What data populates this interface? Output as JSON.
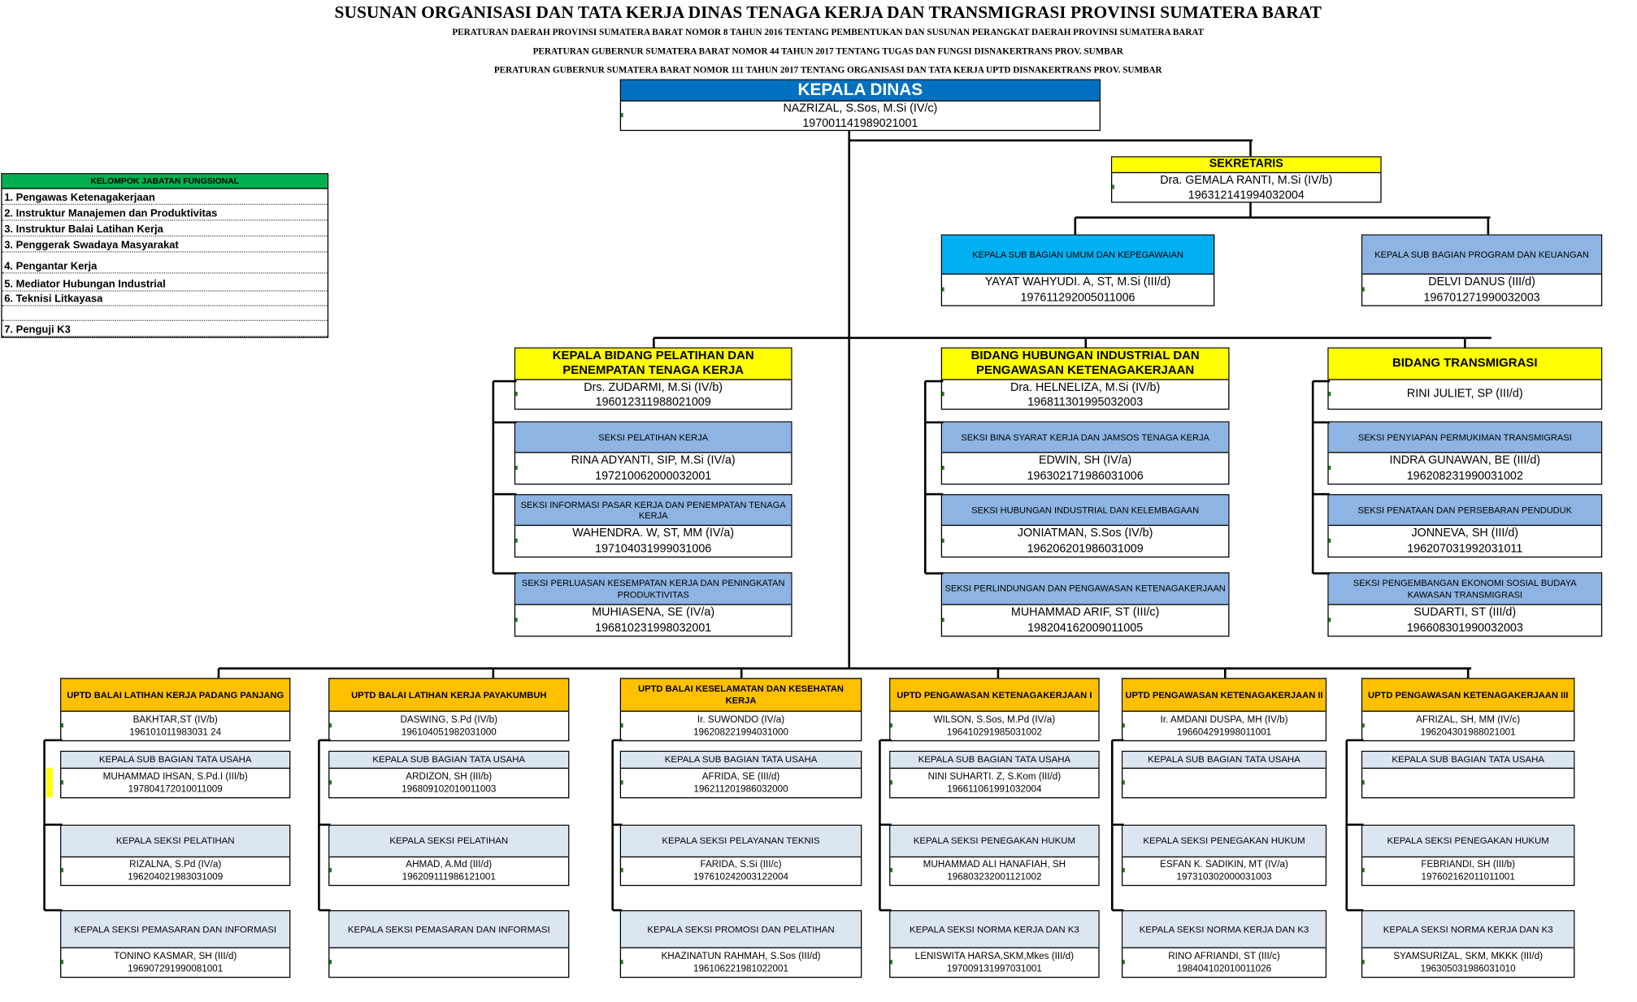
{
  "header": {
    "title": "SUSUNAN ORGANISASI DAN TATA KERJA DINAS TENAGA KERJA DAN TRANSMIGRASI PROVINSI SUMATERA BARAT",
    "regulations": [
      "PERATURAN DAERAH PROVINSI SUMATERA BARAT NOMOR 8 TAHUN 2016 TENTANG PEMBENTUKAN DAN SUSUNAN PERANGKAT DAERAH PROVINSI SUMATERA BARAT",
      "PERATURAN GUBERNUR SUMATERA BARAT NOMOR 44 TAHUN 2017 TENTANG TUGAS DAN FUNGSI DISNAKERTRANS PROV. SUMBAR",
      "PERATURAN GUBERNUR SUMATERA BARAT NOMOR 111 TAHUN 2017 TENTANG ORGANISASI DAN TATA KERJA UPTD DISNAKERTRANS PROV. SUMBAR"
    ]
  },
  "colors": {
    "kepala": "#0070C0",
    "yellow": "#FFFF00",
    "umum": "#00B0F0",
    "seksi": "#8DB4E2",
    "uptd": "#FFC000",
    "uptdsub": "#DCE6F1",
    "fungsional": "#00B050"
  },
  "kepala_dinas": {
    "title": "KEPALA DINAS",
    "name": "NAZRIZAL, S.Sos, M.Si (IV/c)",
    "nip": "197001141989021001"
  },
  "sekretaris": {
    "title": "SEKRETARIS",
    "name": "Dra. GEMALA RANTI, M.Si (IV/b)",
    "nip": "196312141994032004"
  },
  "subbagian": [
    {
      "title": "KEPALA SUB BAGIAN UMUM DAN KEPEGAWAIAN",
      "name": "YAYAT WAHYUDI. A, ST, M.Si (III/d)",
      "nip": "197611292005011006"
    },
    {
      "title": "KEPALA SUB BAGIAN PROGRAM DAN KEUANGAN",
      "name": "DELVI DANUS (III/d)",
      "nip": "196701271990032003"
    }
  ],
  "fungsional": {
    "title": "KELOMPOK JABATAN FUNGSIONAL",
    "items": [
      "1.  Pengawas Ketenagakerjaan",
      "2.  Instruktur Manajemen dan Produktivitas",
      "3.  Instruktur Balai Latihan Kerja",
      "3.  Penggerak Swadaya Masyarakat",
      "4.  Pengantar Kerja",
      "5.  Mediator Hubungan Industrial",
      "6.  Teknisi Litkayasa",
      "",
      "7.  Penguji K3"
    ]
  },
  "bidang": [
    {
      "title": "KEPALA BIDANG PELATIHAN DAN PENEMPATAN TENAGA KERJA",
      "name": "Drs. ZUDARMI, M.Si (IV/b)",
      "nip": "196012311988021009",
      "seksi": [
        {
          "title": "SEKSI PELATIHAN KERJA",
          "name": "RINA ADYANTI, SIP, M.Si (IV/a)",
          "nip": "197210062000032001"
        },
        {
          "title": "SEKSI INFORMASI PASAR KERJA DAN PENEMPATAN TENAGA KERJA",
          "name": "WAHENDRA. W, ST, MM (IV/a)",
          "nip": "197104031999031006"
        },
        {
          "title": "SEKSI PERLUASAN KESEMPATAN KERJA DAN PENINGKATAN PRODUKTIVITAS",
          "name": "MUHIASENA, SE (IV/a)",
          "nip": "196810231998032001"
        }
      ]
    },
    {
      "title": "BIDANG HUBUNGAN INDUSTRIAL DAN PENGAWASAN KETENAGAKERJAAN",
      "name": "Dra. HELNELIZA, M.Si (IV/b)",
      "nip": "196811301995032003",
      "seksi": [
        {
          "title": "SEKSI BINA SYARAT KERJA DAN JAMSOS TENAGA KERJA",
          "name": "EDWIN, SH (IV/a)",
          "nip": "196302171986031006"
        },
        {
          "title": "SEKSI HUBUNGAN INDUSTRIAL DAN KELEMBAGAAN",
          "name": "JONIATMAN, S.Sos (IV/b)",
          "nip": "196206201986031009"
        },
        {
          "title": "SEKSI PERLINDUNGAN DAN PENGAWASAN KETENAGAKERJAAN",
          "name": "MUHAMMAD ARIF, ST (III/c)",
          "nip": "198204162009011005"
        }
      ]
    },
    {
      "title": "BIDANG TRANSMIGRASI",
      "name": "RINI JULIET, SP (III/d)",
      "nip": "",
      "seksi": [
        {
          "title": "SEKSI PENYIAPAN PERMUKIMAN TRANSMIGRASI",
          "name": "INDRA GUNAWAN, BE (III/d)",
          "nip": "196208231990031002"
        },
        {
          "title": "SEKSI PENATAAN DAN PERSEBARAN PENDUDUK",
          "name": "JONNEVA, SH (III/d)",
          "nip": "196207031992031011"
        },
        {
          "title": "SEKSI PENGEMBANGAN EKONOMI SOSIAL BUDAYA KAWASAN TRANSMIGRASI",
          "name": "SUDARTI, ST (III/d)",
          "nip": "196608301990032003"
        }
      ]
    }
  ],
  "uptd": [
    {
      "title": "UPTD BALAI LATIHAN KERJA PADANG PANJANG",
      "name": "BAKHTAR,ST (IV/b)",
      "nip": "196101011983031 24",
      "units": [
        {
          "title": "KEPALA SUB BAGIAN TATA USAHA",
          "name": "MUHAMMAD IHSAN, S.Pd.I (III/b)",
          "nip": "197804172010011009"
        },
        {
          "title": "KEPALA SEKSI PELATIHAN",
          "name": "RIZALNA, S.Pd (IV/a)",
          "nip": "196204021983031009"
        },
        {
          "title": "KEPALA SEKSI PEMASARAN DAN INFORMASI",
          "name": "TONINO KASMAR, SH (III/d)",
          "nip": "196907291990081001"
        }
      ]
    },
    {
      "title": "UPTD BALAI LATIHAN KERJA PAYAKUMBUH",
      "name": "DASWING, S.Pd (IV/b)",
      "nip": "196104051982031000",
      "units": [
        {
          "title": "KEPALA SUB BAGIAN TATA USAHA",
          "name": "ARDIZON, SH (III/b)",
          "nip": "196809102010011003"
        },
        {
          "title": "KEPALA SEKSI PELATIHAN",
          "name": "AHMAD, A.Md (III/d)",
          "nip": "196209111986121001"
        },
        {
          "title": "KEPALA SEKSI PEMASARAN DAN INFORMASI",
          "name": "",
          "nip": ""
        }
      ]
    },
    {
      "title": "UPTD BALAI KESELAMATAN DAN KESEHATAN KERJA",
      "name": "Ir. SUWONDO (IV/a)",
      "nip": "196208221994031000",
      "units": [
        {
          "title": "KEPALA SUB BAGIAN TATA USAHA",
          "name": "AFRIDA, SE (III/d)",
          "nip": "196211201986032000"
        },
        {
          "title": "KEPALA SEKSI PELAYANAN TEKNIS",
          "name": "FARIDA, S.Si (III/c)",
          "nip": "197610242003122004"
        },
        {
          "title": "KEPALA SEKSI PROMOSI DAN PELATIHAN",
          "name": "KHAZINATUN RAHMAH, S.Sos (III/d)",
          "nip": "196106221981022001"
        }
      ]
    },
    {
      "title": "UPTD PENGAWASAN KETENAGAKERJAAN I",
      "name": "WILSON, S.Sos, M.Pd (IV/a)",
      "nip": "196410291985031002",
      "units": [
        {
          "title": "KEPALA SUB BAGIAN TATA USAHA",
          "name": "NINI SUHARTI. Z, S.Kom (III/d)",
          "nip": "196611061991032004"
        },
        {
          "title": "KEPALA SEKSI PENEGAKAN HUKUM",
          "name": "MUHAMMAD ALI HANAFIAH, SH",
          "nip": "196803232001121002"
        },
        {
          "title": "KEPALA SEKSI NORMA KERJA DAN K3",
          "name": "LENISWITA HARSA,SKM,Mkes (III/d)",
          "nip": "197009131997031001"
        }
      ]
    },
    {
      "title": "UPTD PENGAWASAN KETENAGAKERJAAN II",
      "name": "Ir. AMDANI DUSPA, MH (IV/b)",
      "nip": "196604291998011001",
      "units": [
        {
          "title": "KEPALA SUB BAGIAN TATA USAHA",
          "name": "",
          "nip": ""
        },
        {
          "title": "KEPALA SEKSI PENEGAKAN HUKUM",
          "name": "ESFAN K. SADIKIN, MT (IV/a)",
          "nip": "197310302000031003"
        },
        {
          "title": "KEPALA SEKSI NORMA KERJA DAN K3",
          "name": "RINO AFRIANDI, ST (III/c)",
          "nip": "198404102010011026"
        }
      ]
    },
    {
      "title": "UPTD PENGAWASAN KETENAGAKERJAAN III",
      "name": "AFRIZAL, SH, MM (IV/c)",
      "nip": "196204301988021001",
      "units": [
        {
          "title": "KEPALA SUB BAGIAN TATA USAHA",
          "name": "",
          "nip": ""
        },
        {
          "title": "KEPALA SEKSI PENEGAKAN HUKUM",
          "name": "FEBRIANDI, SH (III/b)",
          "nip": "197602162011011001"
        },
        {
          "title": "KEPALA SEKSI NORMA KERJA DAN K3",
          "name": "SYAMSURIZAL, SKM, MKKK (III/d)",
          "nip": "196305031986031010"
        }
      ]
    }
  ]
}
